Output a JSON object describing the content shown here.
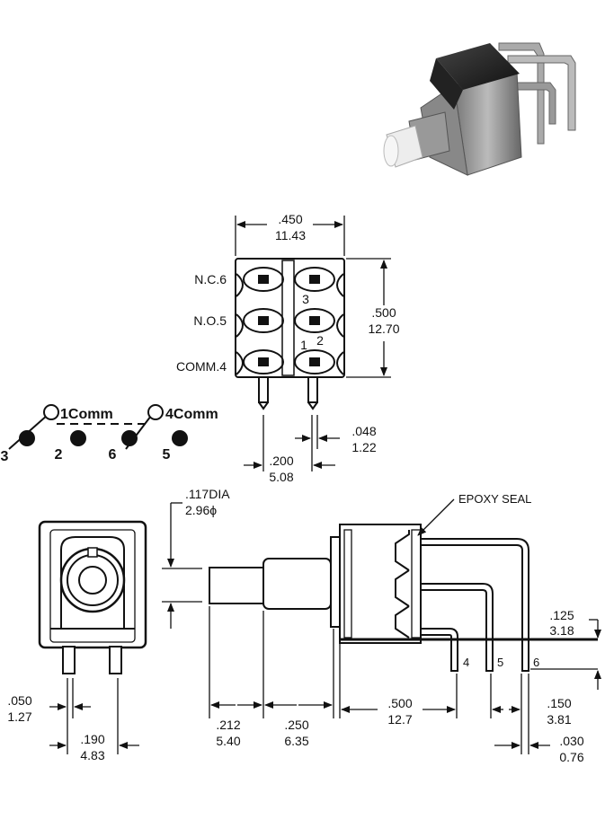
{
  "top_view": {
    "width_in": ".450",
    "width_mm": "11.43",
    "height_in": ".500",
    "height_mm": "12.70",
    "pin_labels": [
      "N.C.6",
      "N.O.5",
      "COMM.4"
    ],
    "terminal_numbers": [
      "3",
      "2",
      "1"
    ],
    "pitch_in": ".200",
    "pitch_mm": "5.08",
    "pin_width_in": ".048",
    "pin_width_mm": "1.22"
  },
  "schematic": {
    "common_labels": [
      "1Comm",
      "4Comm"
    ],
    "contact_numbers": [
      "3",
      "2",
      "6",
      "5"
    ]
  },
  "front_view": {
    "pin_width_in": ".050",
    "pin_width_mm": "1.27",
    "pin_spacing_in": ".190",
    "pin_spacing_mm": "4.83"
  },
  "side_view": {
    "diameter_in": ".117DIA",
    "diameter_mm": "2.96ϕ",
    "seal_label": "EPOXY SEAL",
    "offset_in": ".125",
    "offset_mm": "3.18",
    "pin_numbers": [
      "4",
      "5",
      "6"
    ],
    "plunger_in": ".212",
    "plunger_mm": "5.40",
    "bushing_in": ".250",
    "bushing_mm": "6.35",
    "body_in": ".500",
    "body_mm": "12.7",
    "pin_pitch_in": ".150",
    "pin_pitch_mm": "3.81",
    "pin_thick_in": ".030",
    "pin_thick_mm": "0.76"
  }
}
